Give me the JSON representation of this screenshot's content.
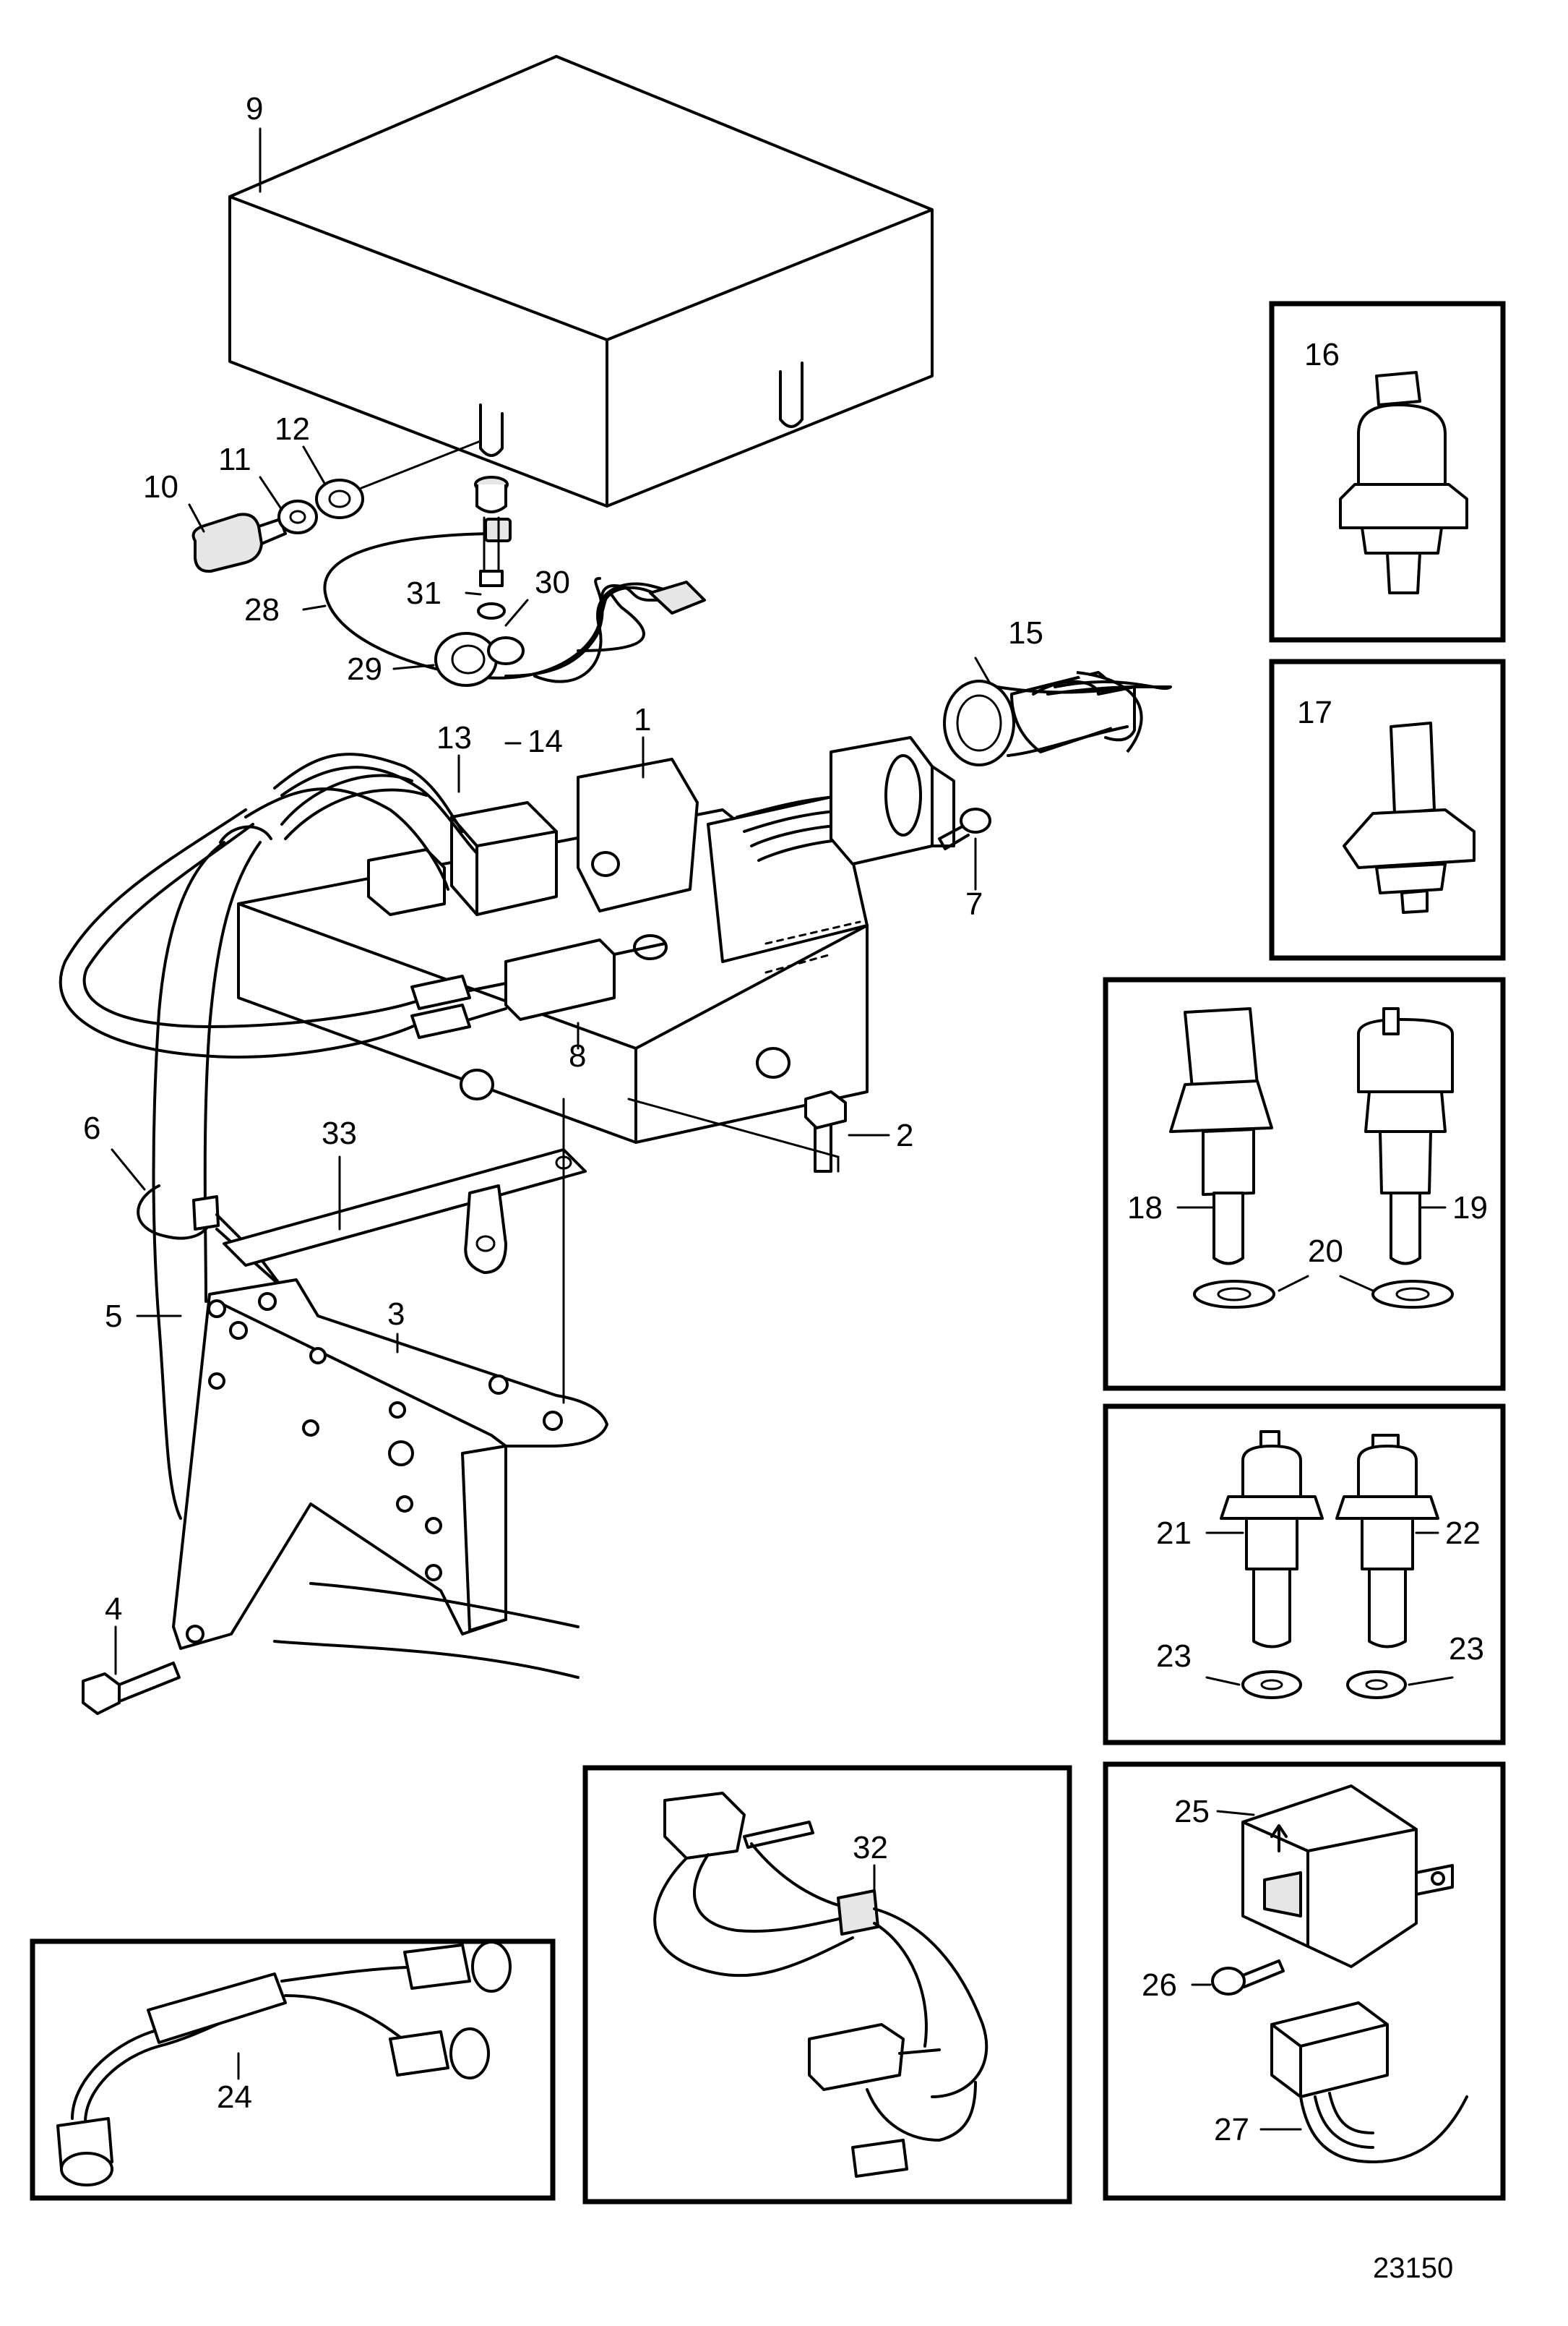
{
  "diagram": {
    "reference": "23150",
    "labels": {
      "p1": "1",
      "p2": "2",
      "p3": "3",
      "p4": "4",
      "p5": "5",
      "p6": "6",
      "p7": "7",
      "p8": "8",
      "p9": "9",
      "p10": "10",
      "p11": "11",
      "p12": "12",
      "p13": "13",
      "p14": "14",
      "p15": "15",
      "p16": "16",
      "p17": "17",
      "p18": "18",
      "p19": "19",
      "p20": "20",
      "p21": "21",
      "p22": "22",
      "p23a": "23",
      "p23b": "23",
      "p24": "24",
      "p25": "25",
      "p26": "26",
      "p27": "27",
      "p28": "28",
      "p29": "29",
      "p30": "30",
      "p31": "31",
      "p32": "32",
      "p33": "33"
    }
  }
}
